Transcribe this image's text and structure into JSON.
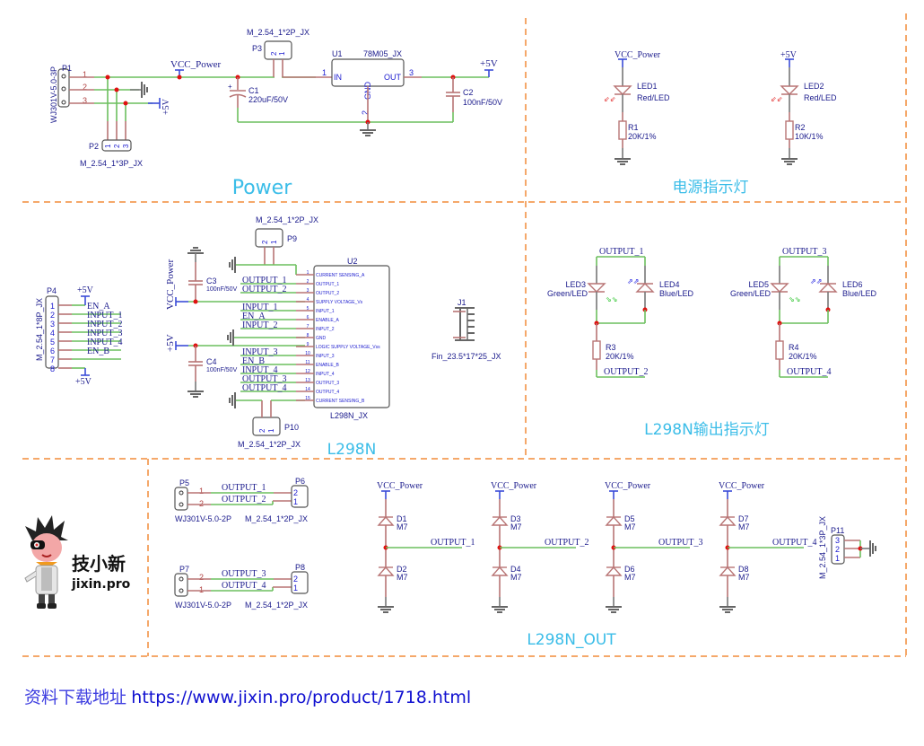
{
  "sections": {
    "power": "Power",
    "power_indicator": "电源指示灯",
    "l298n": "L298N",
    "l298n_indicator": "L298N输出指示灯",
    "l298n_out": "L298N_OUT"
  },
  "power": {
    "p1": {
      "ref": "P1",
      "value": "WJ301V-5.0-3P",
      "pins": [
        "1",
        "2",
        "3"
      ]
    },
    "p2": {
      "ref": "P2",
      "value": "M_2.54_1*3P_JX",
      "pins": [
        "1",
        "2",
        "3"
      ]
    },
    "p3": {
      "ref": "P3",
      "value": "M_2.54_1*2P_JX",
      "pins": [
        "2",
        "1"
      ]
    },
    "u1": {
      "ref": "U1",
      "value": "78M05_JX",
      "in": "IN",
      "out": "OUT",
      "gnd": "GND",
      "pin_in": "1",
      "pin_out": "3",
      "pin_gnd": "2"
    },
    "c1": {
      "ref": "C1",
      "value": "220uF/50V"
    },
    "c2": {
      "ref": "C2",
      "value": "100nF/50V"
    },
    "vcc": "VCC_Power",
    "plus5v": "+5V"
  },
  "indicator": {
    "vcc": "VCC_Power",
    "plus5v": "+5V",
    "led1": {
      "ref": "LED1",
      "value": "Red/LED"
    },
    "led2": {
      "ref": "LED2",
      "value": "Red/LED"
    },
    "r1": {
      "ref": "R1",
      "value": "20K/1%"
    },
    "r2": {
      "ref": "R2",
      "value": "10K/1%"
    }
  },
  "l298n": {
    "p4": {
      "ref": "P4",
      "value": "M_2.54_1*8P_JX",
      "pins": [
        "1",
        "2",
        "3",
        "4",
        "5",
        "6",
        "7",
        "8"
      ]
    },
    "p4_nets": [
      "EN_A",
      "INPUT_1",
      "INPUT_2",
      "INPUT_3",
      "INPUT_4",
      "EN_B"
    ],
    "plus5v": "+5V",
    "vcc": "VCC_Power",
    "c3": {
      "ref": "C3",
      "value": "100nF/50V"
    },
    "c4": {
      "ref": "C4",
      "value": "100nF/50V"
    },
    "p9": {
      "ref": "P9",
      "value": "M_2.54_1*2P_JX",
      "pins": [
        "2",
        "1"
      ]
    },
    "p10": {
      "ref": "P10",
      "value": "M_2.54_1*2P_JX",
      "pins": [
        "2",
        "1"
      ]
    },
    "u2": {
      "ref": "U2",
      "value": "L298N_JX",
      "pins": [
        {
          "num": "1",
          "name": "CURRENT SENSING_A",
          "net": ""
        },
        {
          "num": "2",
          "name": "OUTPUT_1",
          "net": "OUTPUT_1"
        },
        {
          "num": "3",
          "name": "OUTPUT_2",
          "net": "OUTPUT_2"
        },
        {
          "num": "4",
          "name": "SUPPLY VOLTAGE_Vs",
          "net": ""
        },
        {
          "num": "5",
          "name": "INPUT_1",
          "net": "INPUT_1"
        },
        {
          "num": "6",
          "name": "ENABLE_A",
          "net": "EN_A"
        },
        {
          "num": "7",
          "name": "INPUT_2",
          "net": "INPUT_2"
        },
        {
          "num": "8",
          "name": "GND",
          "net": ""
        },
        {
          "num": "9",
          "name": "LOGIC SUPPLY VOLTAGE_Vss",
          "net": ""
        },
        {
          "num": "10",
          "name": "INPUT_3",
          "net": "INPUT_3"
        },
        {
          "num": "11",
          "name": "ENABLE_B",
          "net": "EN_B"
        },
        {
          "num": "12",
          "name": "INPUT_4",
          "net": "INPUT_4"
        },
        {
          "num": "13",
          "name": "OUTPUT_3",
          "net": "OUTPUT_3"
        },
        {
          "num": "14",
          "name": "OUTPUT_4",
          "net": "OUTPUT_4"
        },
        {
          "num": "15",
          "name": "CURRENT SENSING_B",
          "net": ""
        }
      ]
    },
    "j1": {
      "ref": "J1",
      "value": "Fin_23.5*17*25_JX"
    }
  },
  "out_indicator": {
    "groups": [
      {
        "top_net": "OUTPUT_1",
        "bottom_net": "OUTPUT_2",
        "led_a": {
          "ref": "LED3",
          "value": "Green/LED"
        },
        "led_b": {
          "ref": "LED4",
          "value": "Blue/LED"
        },
        "r": {
          "ref": "R3",
          "value": "20K/1%"
        }
      },
      {
        "top_net": "OUTPUT_3",
        "bottom_net": "OUTPUT_4",
        "led_a": {
          "ref": "LED5",
          "value": "Green/LED"
        },
        "led_b": {
          "ref": "LED6",
          "value": "Blue/LED"
        },
        "r": {
          "ref": "R4",
          "value": "20K/1%"
        }
      }
    ]
  },
  "out": {
    "conns": [
      {
        "term": {
          "ref": "P5",
          "value": "WJ301V-5.0-2P",
          "pins": [
            "1",
            "2"
          ]
        },
        "hdr": {
          "ref": "P6",
          "value": "M_2.54_1*2P_JX",
          "pins": [
            "2",
            "1"
          ]
        },
        "nets": [
          "OUTPUT_1",
          "OUTPUT_2"
        ]
      },
      {
        "term": {
          "ref": "P7",
          "value": "WJ301V-5.0-2P",
          "pins": [
            "2",
            "1"
          ]
        },
        "hdr": {
          "ref": "P8",
          "value": "M_2.54_1*2P_JX",
          "pins": [
            "2",
            "1"
          ]
        },
        "nets": [
          "OUTPUT_3",
          "OUTPUT_4"
        ]
      }
    ],
    "diodes": [
      {
        "vcc": "VCC_Power",
        "top": {
          "ref": "D1",
          "value": "M7"
        },
        "bottom": {
          "ref": "D2",
          "value": "M7"
        },
        "net": "OUTPUT_1"
      },
      {
        "vcc": "VCC_Power",
        "top": {
          "ref": "D3",
          "value": "M7"
        },
        "bottom": {
          "ref": "D4",
          "value": "M7"
        },
        "net": "OUTPUT_2"
      },
      {
        "vcc": "VCC_Power",
        "top": {
          "ref": "D5",
          "value": "M7"
        },
        "bottom": {
          "ref": "D6",
          "value": "M7"
        },
        "net": "OUTPUT_3"
      },
      {
        "vcc": "VCC_Power",
        "top": {
          "ref": "D7",
          "value": "M7"
        },
        "bottom": {
          "ref": "D8",
          "value": "M7"
        },
        "net": "OUTPUT_4"
      }
    ],
    "p11": {
      "ref": "P11",
      "value": "M_2.54_1*3P_JX",
      "pins": [
        "3",
        "2",
        "1"
      ]
    }
  },
  "brand": {
    "name_cn": "技小新",
    "name_en": "jixin.pro"
  },
  "footer": {
    "label": "资料下载地址",
    "url": "https://www.jixin.pro/product/1718.html"
  },
  "colors": {
    "wire": "#6cbf5e",
    "lead": "#b87474",
    "power_port": "#3b4cd8",
    "junction": "#e01010",
    "section_title": "#3bbde8",
    "divider": "#f5a86a",
    "label": "#1a1a8c"
  }
}
